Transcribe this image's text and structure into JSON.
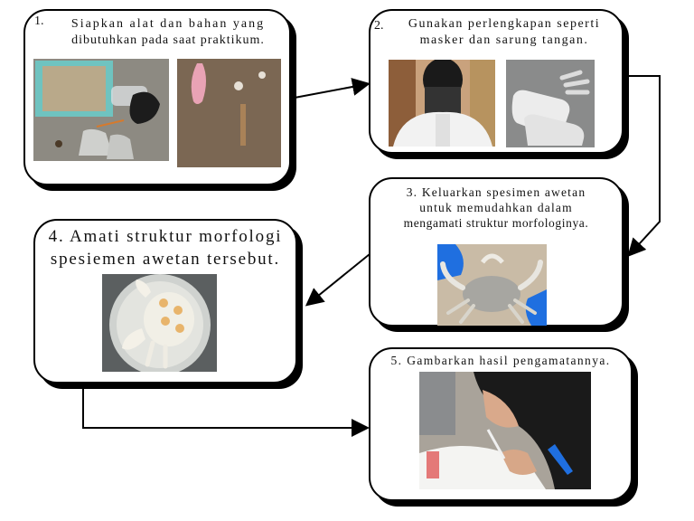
{
  "steps": [
    {
      "number": "1.",
      "text_lines": [
        "Siapkan alat dan bahan yang",
        "dibutuhkan pada saat praktikum."
      ]
    },
    {
      "number": "2.",
      "text_lines": [
        "Gunakan perlengkapan seperti",
        "masker dan sarung tangan."
      ]
    },
    {
      "number": "3.",
      "text_lines": [
        "Keluarkan spesimen awetan",
        "untuk memudahkan dalam",
        "mengamati struktur morfologinya."
      ]
    },
    {
      "number": "4.",
      "text_lines": [
        "Amati struktur morfologi",
        "spesiemen awetan tersebut."
      ]
    },
    {
      "number": "5.",
      "text_lines": [
        "Gambarkan hasil pengamatannya."
      ]
    }
  ],
  "colors": {
    "border": "#000000",
    "glove_blue": "#1f6fe0",
    "hijab": "#1a1a1a"
  },
  "photos": [
    "tray-tools-photo",
    "specimen-photo",
    "masked-person-photo",
    "gloves-photo",
    "crab-in-gloves-photo",
    "crab-dish-photo",
    "drawing-student-photo"
  ]
}
